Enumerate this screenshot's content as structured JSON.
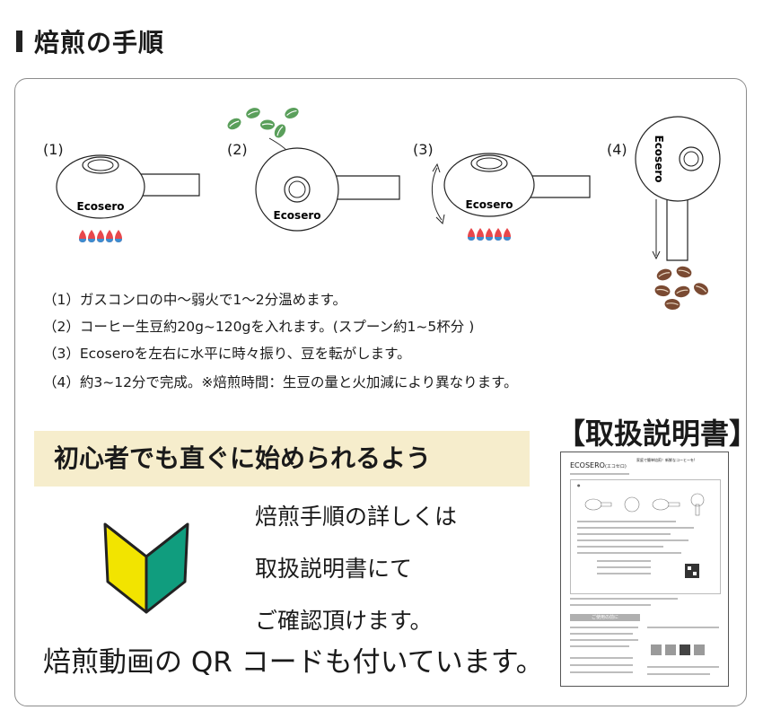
{
  "header": {
    "title": "焙煎の手順"
  },
  "diagram": {
    "steps": [
      "(1)",
      "(2)",
      "(3)",
      "(4)"
    ],
    "brand": "Ecosero"
  },
  "instructions": [
    "（1）ガスコンロの中～弱火で1～2分温めます。",
    "（2）コーヒー生豆約20g~120gを入れます。(スプーン約1~5杯分 )",
    "（3）Ecoseroを左右に水平に時々振り、豆を転がします。",
    "（4）約3~12分で完成。※焙煎時間：生豆の量と火加減により異なります。"
  ],
  "beginner": {
    "banner": "初心者でも直ぐに始められるよう"
  },
  "promo": {
    "lines": [
      "焙煎手順の詳しくは",
      "取扱説明書にて",
      "ご確認頂けます。"
    ],
    "qr_text": "焙煎動画の QR コードも付いています。"
  },
  "manual": {
    "title": "【取扱説明書】",
    "doc_title": "ECOSERO",
    "doc_title_sub": "(エコセロ)",
    "doc_subtitle": "家庭で簡単焙煎！新鮮なコーヒーを!",
    "doc_note": "ご使用の前に"
  },
  "colors": {
    "beginner_bg": "#f6edcc",
    "mark_yellow": "#f2e400",
    "mark_green": "#109d7e",
    "green_bean": "#5a9f5b",
    "roasted_bean": "#7a4a32",
    "flame_red": "#e8474b",
    "flame_blue": "#3d8dd0"
  }
}
